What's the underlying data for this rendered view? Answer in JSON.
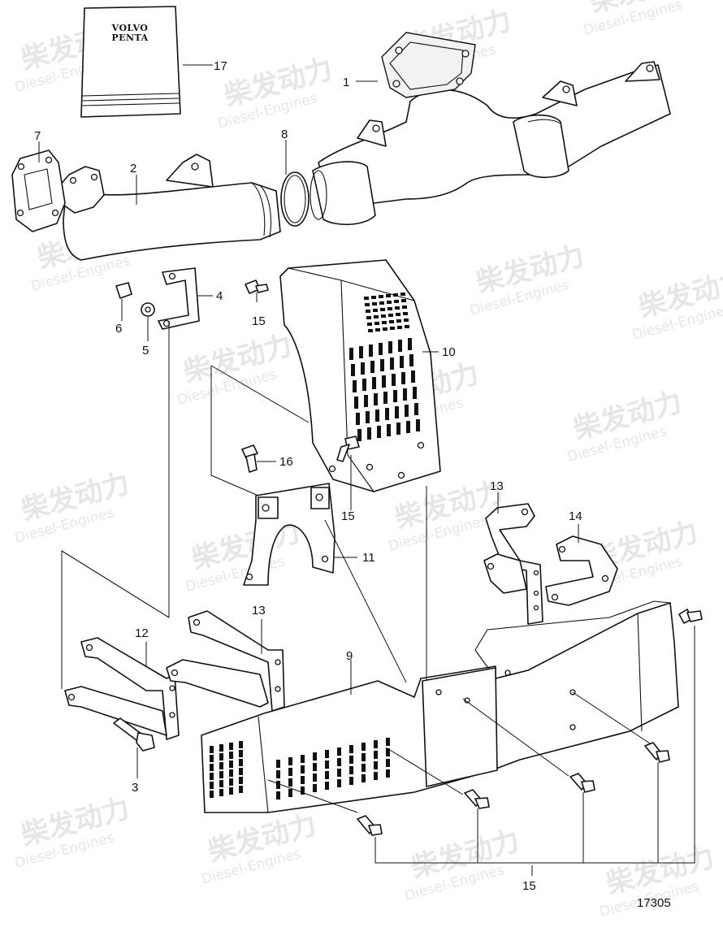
{
  "manual": {
    "logo_line1": "VOLVO",
    "logo_line2": "PENTA"
  },
  "watermark": {
    "brand_cn": "柴发动力",
    "brand_en": "Diesel-Engines"
  },
  "callouts": [
    {
      "id": "c1",
      "label": "1"
    },
    {
      "id": "c2",
      "label": "2"
    },
    {
      "id": "c3",
      "label": "3"
    },
    {
      "id": "c4",
      "label": "4"
    },
    {
      "id": "c5",
      "label": "5"
    },
    {
      "id": "c6",
      "label": "6"
    },
    {
      "id": "c7",
      "label": "7"
    },
    {
      "id": "c8",
      "label": "8"
    },
    {
      "id": "c9",
      "label": "9"
    },
    {
      "id": "c10",
      "label": "10"
    },
    {
      "id": "c11",
      "label": "11"
    },
    {
      "id": "c12",
      "label": "12"
    },
    {
      "id": "c13a",
      "label": "13"
    },
    {
      "id": "c13b",
      "label": "13"
    },
    {
      "id": "c14",
      "label": "14"
    },
    {
      "id": "c15a",
      "label": "15"
    },
    {
      "id": "c15b",
      "label": "15"
    },
    {
      "id": "c15c",
      "label": "15"
    },
    {
      "id": "c16",
      "label": "16"
    },
    {
      "id": "c17",
      "label": "17"
    }
  ],
  "drawing_number": "17305"
}
